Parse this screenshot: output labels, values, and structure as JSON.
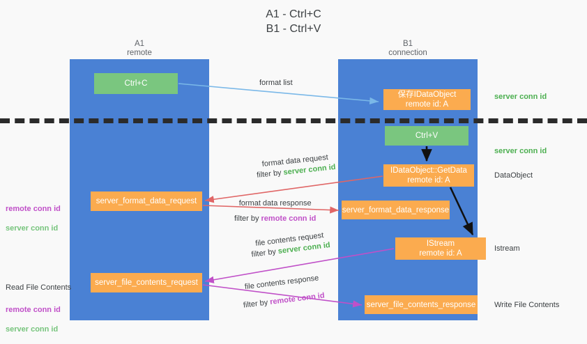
{
  "title": "A1 - Ctrl+C\nB1 - Ctrl+V",
  "columns": {
    "left": {
      "name": "A1",
      "role": "remote",
      "label": "A1\nremote"
    },
    "right": {
      "name": "B1",
      "role": "connection",
      "label": "B1\nconnection"
    }
  },
  "nodes": {
    "ctrl_c": {
      "label": "Ctrl+C",
      "color": "#7ac67f"
    },
    "idataobject_save": {
      "label": "保存IDataObject\nremote id: A",
      "color": "#fbab4f"
    },
    "ctrl_v": {
      "label": "Ctrl+V",
      "color": "#7ac67f"
    },
    "getdata": {
      "label": "IDataObject::GetData\nremote id: A",
      "color": "#fbab4f"
    },
    "server_format_data_request": {
      "label": "server_format_data_request",
      "color": "#fbab4f"
    },
    "server_format_data_response": {
      "label": "server_format_data_response",
      "color": "#fbab4f"
    },
    "istream": {
      "label": "IStream\nremote id: A",
      "color": "#fbab4f"
    },
    "server_file_contents_request": {
      "label": "server_file_contents_request",
      "color": "#fbab4f"
    },
    "server_file_contents_response": {
      "label": "server_file_contents_response",
      "color": "#fbab4f"
    }
  },
  "edges": {
    "format_list": {
      "label": "format list",
      "color": "#7ab8e8"
    },
    "format_data_request": {
      "line1": "format data request",
      "filter_prefix": "filter by ",
      "filter_value": "server conn id",
      "color": "#e06666"
    },
    "format_data_response": {
      "line1": "format data response",
      "filter_prefix": "filter by ",
      "filter_value": "remote conn id",
      "color": "#e06666"
    },
    "file_contents_request": {
      "line1": "file contents request",
      "filter_prefix": "filter by ",
      "filter_value": "server conn id",
      "color": "#c050c8"
    },
    "file_contents_response": {
      "line1": "file contents response",
      "filter_prefix": "filter by ",
      "filter_value": "remote conn id",
      "color": "#c050c8"
    }
  },
  "annotations": {
    "right": {
      "server_conn_id_top": "server conn id",
      "server_conn_id_mid": "server conn id",
      "dataobject": "DataObject",
      "istream": "Istream",
      "write_file_contents": "Write File Contents"
    },
    "left": {
      "remote_conn_id": "remote conn id",
      "server_conn_id": "server conn id",
      "read_file_contents": "Read File Contents"
    }
  },
  "colors": {
    "lane": "#4a81d4",
    "node_green": "#7ac67f",
    "node_orange": "#fbab4f",
    "conn_remote": "#c050c8",
    "conn_server": "#4caf50",
    "background": "#f9f9f9",
    "divider": "#2b2b2b"
  }
}
